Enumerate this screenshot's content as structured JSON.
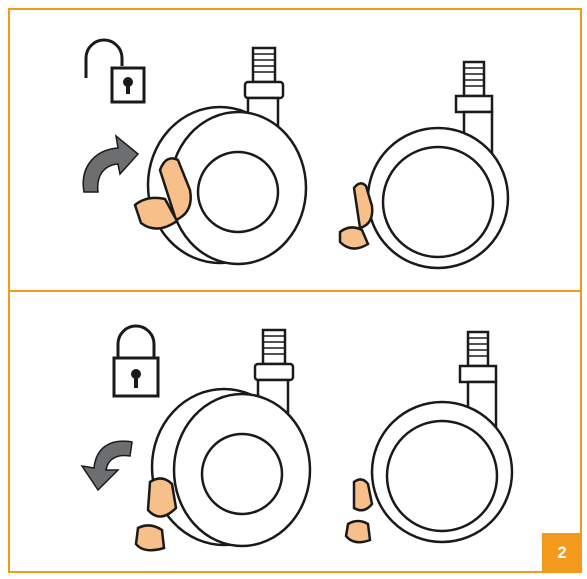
{
  "page_number": "2",
  "colors": {
    "accent": "#f39a1d",
    "brake_fill": "#f7c08a",
    "arrow": "#6d6e70",
    "line": "#1a1a1a"
  },
  "steps": [
    {
      "state": "unlocked",
      "icon": "unlocked-padlock-icon",
      "arrow": "rotate-clockwise-arrow-icon"
    },
    {
      "state": "locked",
      "icon": "locked-padlock-icon",
      "arrow": "rotate-counterclockwise-arrow-icon"
    }
  ]
}
